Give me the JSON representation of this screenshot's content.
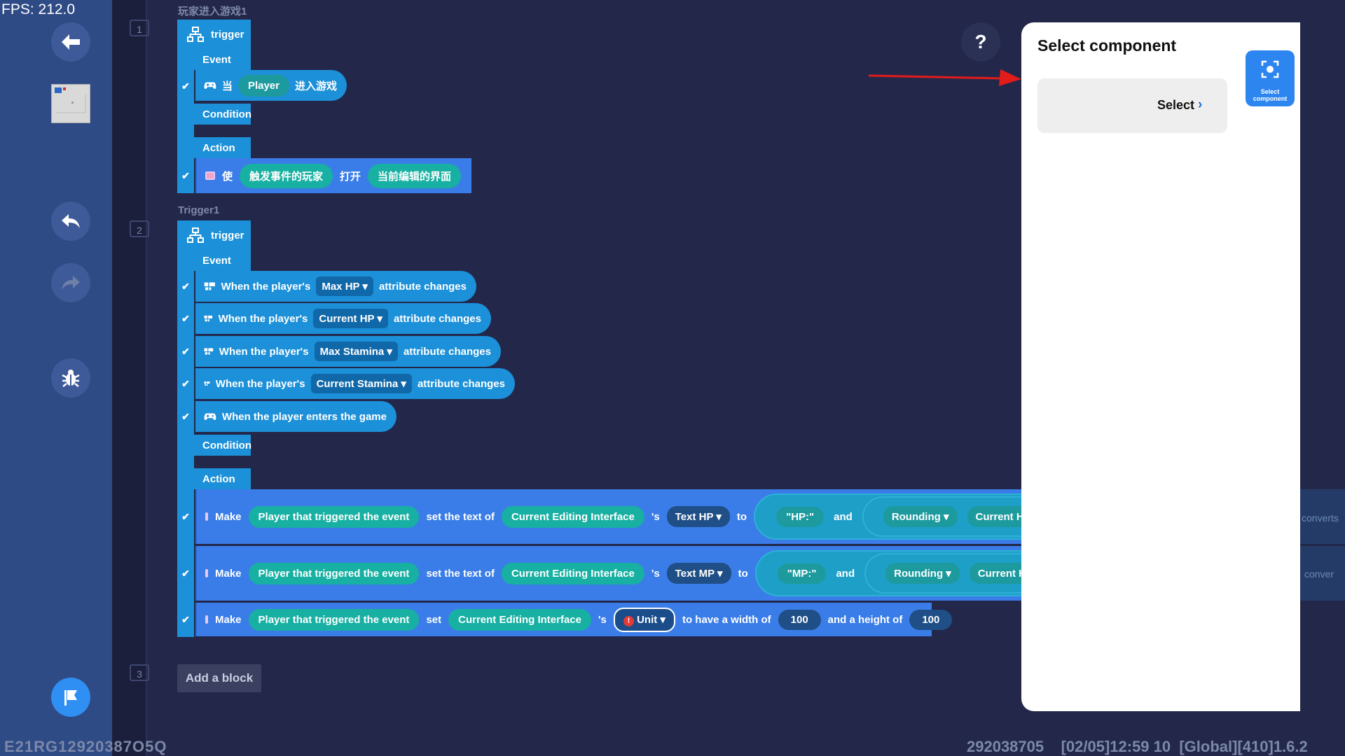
{
  "fps": "FPS: 212.0",
  "build_id": "E21RG12920387O5Q",
  "build_info": "292038705    [02/05]12:59 10  [Global][410]1.6.2",
  "gutter": {
    "line_numbers": [
      "1",
      "2",
      "3"
    ]
  },
  "group1": {
    "title": "玩家进入游戏1",
    "trigger_label": "trigger",
    "event_label": "Event",
    "condition_label": "Condition",
    "action_label": "Action",
    "event1": {
      "word1": "当",
      "param": "Player",
      "word2": "进入游戏"
    },
    "action1": {
      "word1": "使",
      "param1": "触发事件的玩家",
      "word2": "打开",
      "param2": "当前编辑的界面"
    }
  },
  "group2": {
    "title": "Trigger1",
    "trigger_label": "trigger",
    "event_label": "Event",
    "condition_label": "Condition",
    "action_label": "Action",
    "events": [
      {
        "prefix": "When the player's",
        "attr": "Max HP",
        "suffix": "attribute changes"
      },
      {
        "prefix": "When the player's",
        "attr": "Current HP",
        "suffix": "attribute changes"
      },
      {
        "prefix": "When the player's",
        "attr": "Max Stamina",
        "suffix": "attribute changes"
      },
      {
        "prefix": "When the player's",
        "attr": "Current Stamina",
        "suffix": "attribute changes"
      }
    ],
    "event_enter": "When the player enters the game",
    "actions": [
      {
        "make": "Make",
        "who": "Player that triggered the event",
        "verb": "set the text of",
        "ui": "Current Editing Interface",
        "poss": "'s",
        "field": "Text HP",
        "to": "to",
        "str": "\"HP:\"",
        "and": "and",
        "func": "Rounding",
        "val": "Current HP",
        "tail": "converts"
      },
      {
        "make": "Make",
        "who": "Player that triggered the event",
        "verb": "set the text of",
        "ui": "Current Editing Interface",
        "poss": "'s",
        "field": "Text MP",
        "to": "to",
        "str": "\"MP:\"",
        "and": "and",
        "func": "Rounding",
        "val": "Current HP",
        "tail": "conver"
      },
      {
        "make": "Make",
        "who": "Player that triggered the event",
        "verb": "set",
        "ui": "Current Editing Interface",
        "poss": "'s",
        "field": "Unit",
        "w_label": "to have a width of",
        "width": "100",
        "h_label": "and a height of",
        "height": "100"
      }
    ]
  },
  "add_block": "Add a block",
  "help": "?",
  "panel": {
    "title": "Select component",
    "select_label": "Select",
    "chevron": "›",
    "tab_label": "Select component"
  },
  "colors": {
    "accent": "#1c90d8",
    "action": "#3a7de8",
    "teal": "#1d9a9e",
    "sidebar": "#2f4b86",
    "arrow": "#e21b1b"
  }
}
